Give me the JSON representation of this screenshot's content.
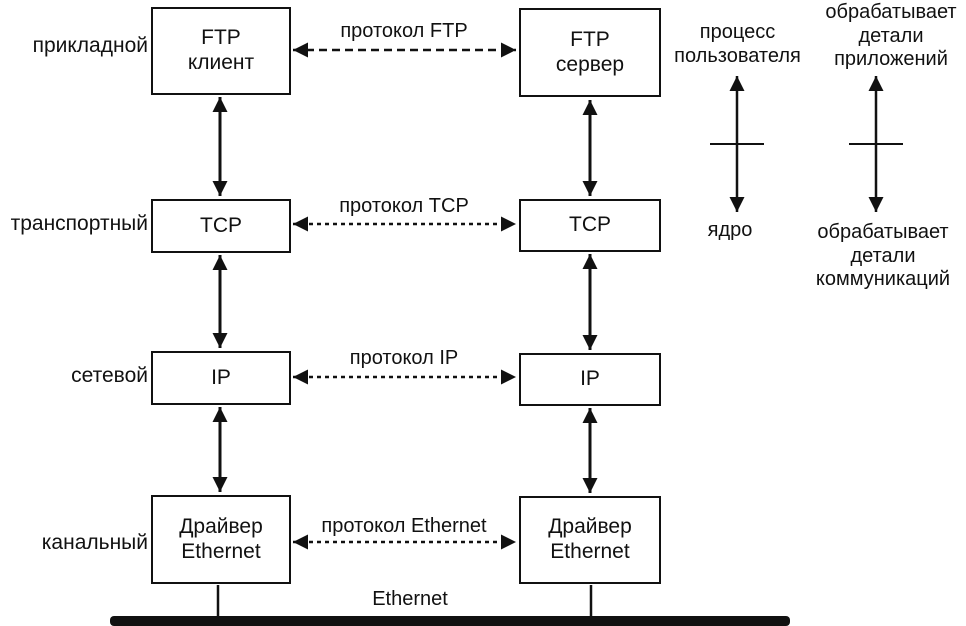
{
  "layers": [
    {
      "row_label": "прикладной",
      "left_box": "FTP\nклиент",
      "right_box": "FTP\nсервер",
      "protocol": "протокол FTP"
    },
    {
      "row_label": "транспортный",
      "left_box": "TCP",
      "right_box": "TCP",
      "protocol": "протокол TCP"
    },
    {
      "row_label": "сетевой",
      "left_box": "IP",
      "right_box": "IP",
      "protocol": "протокол IP"
    },
    {
      "row_label": "канальный",
      "left_box": "Драйвер\nEthernet",
      "right_box": "Драйвер\nEthernet",
      "protocol": "протокол Ethernet"
    }
  ],
  "annotations": {
    "user_process": "процесс\nпользователя",
    "kernel": "ядро",
    "app_details": "обрабатывает\nдетали\nприложений",
    "comm_details": "обрабатывает\nдетали\nкоммуникаций"
  },
  "bus": {
    "label": "Ethernet"
  },
  "colors": {
    "line": "#111111",
    "background": "#ffffff"
  }
}
